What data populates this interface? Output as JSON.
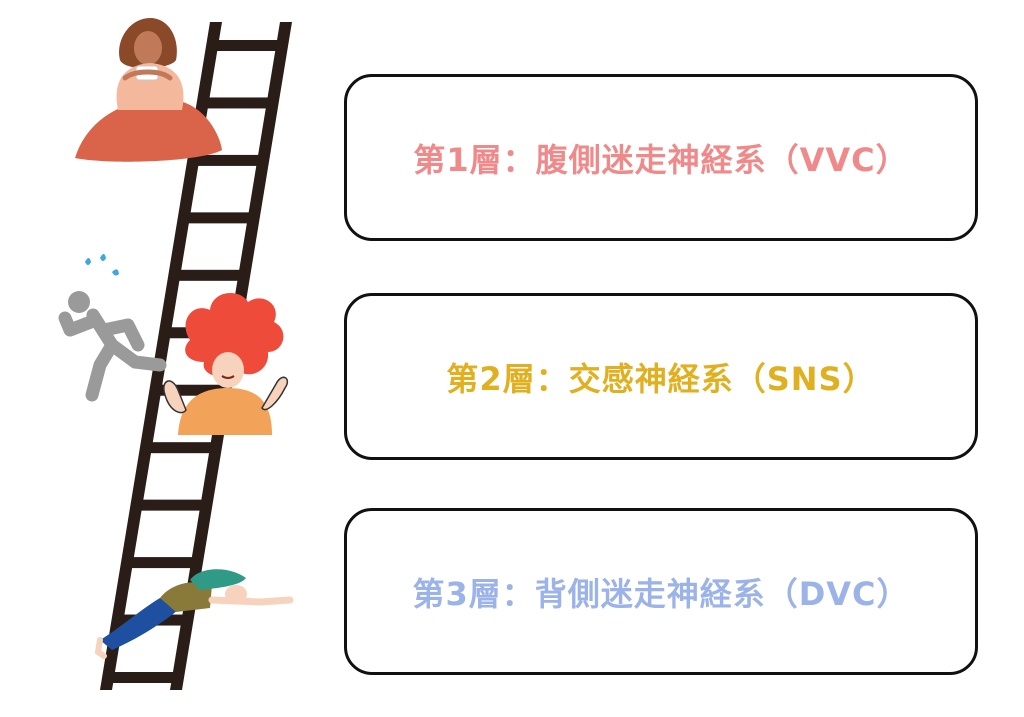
{
  "layers": [
    {
      "label": "第1層：腹側迷走神経系（VVC）",
      "color": "#f08a8a"
    },
    {
      "label": "第2層：交感神経系（SNS）",
      "color": "#e0b020"
    },
    {
      "label": "第3層：背側迷走神経系（DVC）",
      "color": "#9bb3e8"
    }
  ],
  "icons": {
    "ladder": "ladder-icon",
    "calm_person": "calm-person-icon",
    "running_person": "running-person-icon",
    "stressed_person": "stressed-person-icon",
    "collapsed_person": "collapsed-person-icon"
  },
  "colors": {
    "ladder": "#2a1d17",
    "calm_skin": "#f4b89c",
    "calm_blanket": "#d9644a",
    "runner": "#9a9a9a",
    "sweat": "#3ea6e0",
    "stress_hair": "#ef4b3b",
    "stress_shirt": "#f3a25a",
    "collapse_pants": "#1f4fa0",
    "collapse_shirt": "#8a7a3a",
    "collapse_hair": "#2f9a86"
  }
}
